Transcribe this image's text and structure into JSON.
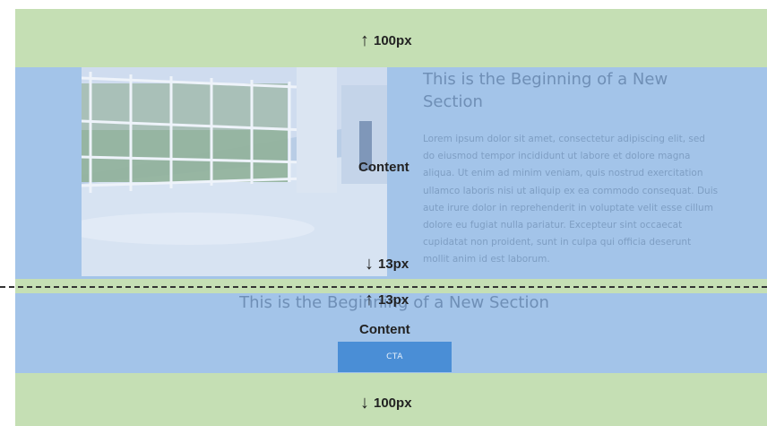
{
  "spacing": {
    "top_padding": "100px",
    "section1_bottom_padding": "13px",
    "section2_top_padding": "13px",
    "bottom_padding": "100px"
  },
  "section1": {
    "content_label": "Content",
    "title": "This is the Beginning of a New Section",
    "body": "Lorem ipsum dolor sit amet, consectetur adipiscing elit, sed do eiusmod tempor incididunt ut labore et dolore magna aliqua. Ut enim ad minim veniam, quis nostrud exercitation ullamco laboris nisi ut aliquip ex ea commodo consequat. Duis aute irure dolor in reprehenderit in voluptate velit esse cillum dolore eu fugiat nulla pariatur. Excepteur sint occaecat cupidatat non proident, sunt in culpa qui officia deserunt mollit anim id est laborum."
  },
  "section2": {
    "content_label": "Content",
    "title": "This is the Beginning of a New Section",
    "cta_label": "CTA"
  },
  "icons": {
    "up": "arrow-up-icon",
    "down": "arrow-down-icon"
  },
  "colors": {
    "padding": "#c5dfb4",
    "content": "#a3c4e9",
    "cta": "#4a8ed6",
    "divider": "#333333"
  }
}
